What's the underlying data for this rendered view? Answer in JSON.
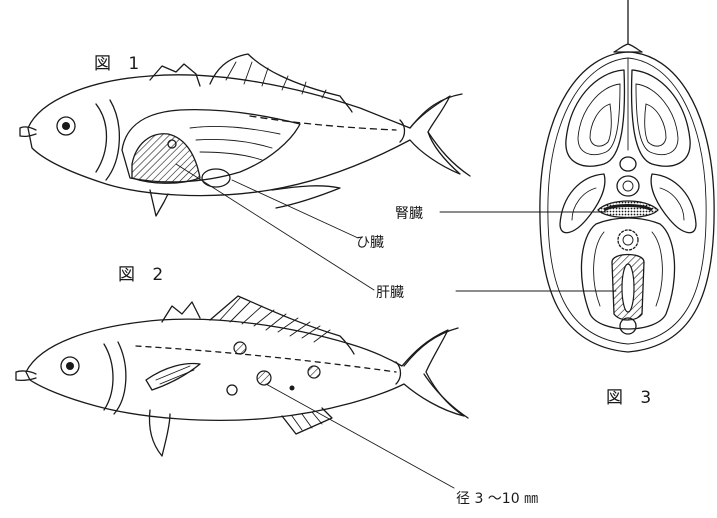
{
  "figures": {
    "fig1": "図 1",
    "fig2": "図 2",
    "fig3": "図 3"
  },
  "labels": {
    "kidney": "腎臓",
    "spleen": "ひ臓",
    "liver": "肝臓",
    "lesion_size": "径 3 ～10 ㎜"
  }
}
